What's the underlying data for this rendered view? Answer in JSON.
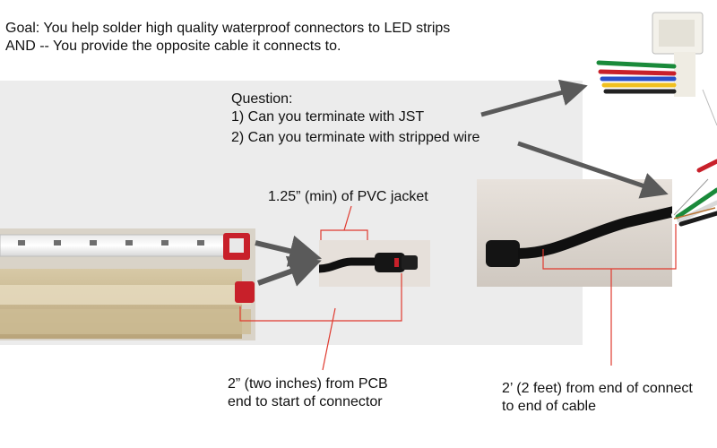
{
  "goal": {
    "line1": "Goal: You help solder high quality waterproof connectors to LED strips",
    "line2": "AND -- You provide the opposite cable it connects to."
  },
  "question": {
    "title": "Question:",
    "item1": "1) Can you terminate with JST",
    "item2": "2) Can you terminate with stripped wire"
  },
  "labels": {
    "pvc_jacket": "1.25” (min) of PVC jacket",
    "pcb_distance_line1": "2” (two inches) from PCB",
    "pcb_distance_line2": "end to start of connector",
    "cable_length_line1": "2’ (2 feet) from end of connect",
    "cable_length_line2": "to end of cable"
  },
  "colors": {
    "background_panel": "#ececec",
    "arrow": "#5a5a5a",
    "bracket": "#e03a2f",
    "tape": "#c8b48a",
    "red_cap": "#c8202a"
  }
}
